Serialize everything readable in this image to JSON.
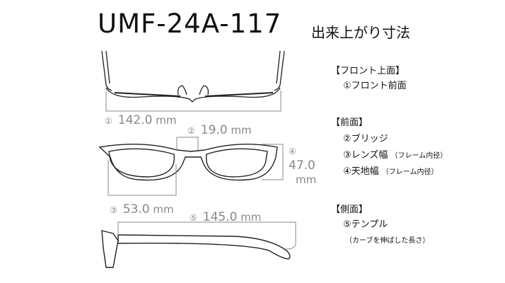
{
  "title": "UMF-24A-117",
  "subtitle": "出来上がり寸法",
  "dimensions": [
    {
      "marker": "①",
      "value": "142.0",
      "unit": "mm"
    },
    {
      "marker": "②",
      "value": "19.0",
      "unit": "mm"
    },
    {
      "marker": "③",
      "value": "53.0",
      "unit": "mm"
    },
    {
      "marker": "④",
      "value": "47.0",
      "unit": "mm"
    },
    {
      "marker": "⑤",
      "value": "145.0",
      "unit": "mm"
    }
  ],
  "legend": {
    "top_heading": "【フロント上面】",
    "top_item1": "①フロント前面",
    "front_heading": "【前面】",
    "front_item2": "②ブリッジ",
    "front_item3": "③レンズ幅",
    "front_item3_note": "（フレーム内径）",
    "front_item4": "④天地幅",
    "front_item4_note": "（フレーム内径）",
    "side_heading": "【側面】",
    "side_item5": "⑤テンプル",
    "side_item5_note": "（カーブを伸ばした長さ）"
  },
  "colors": {
    "line": "#222222",
    "dimension": "#8a8a8a"
  }
}
